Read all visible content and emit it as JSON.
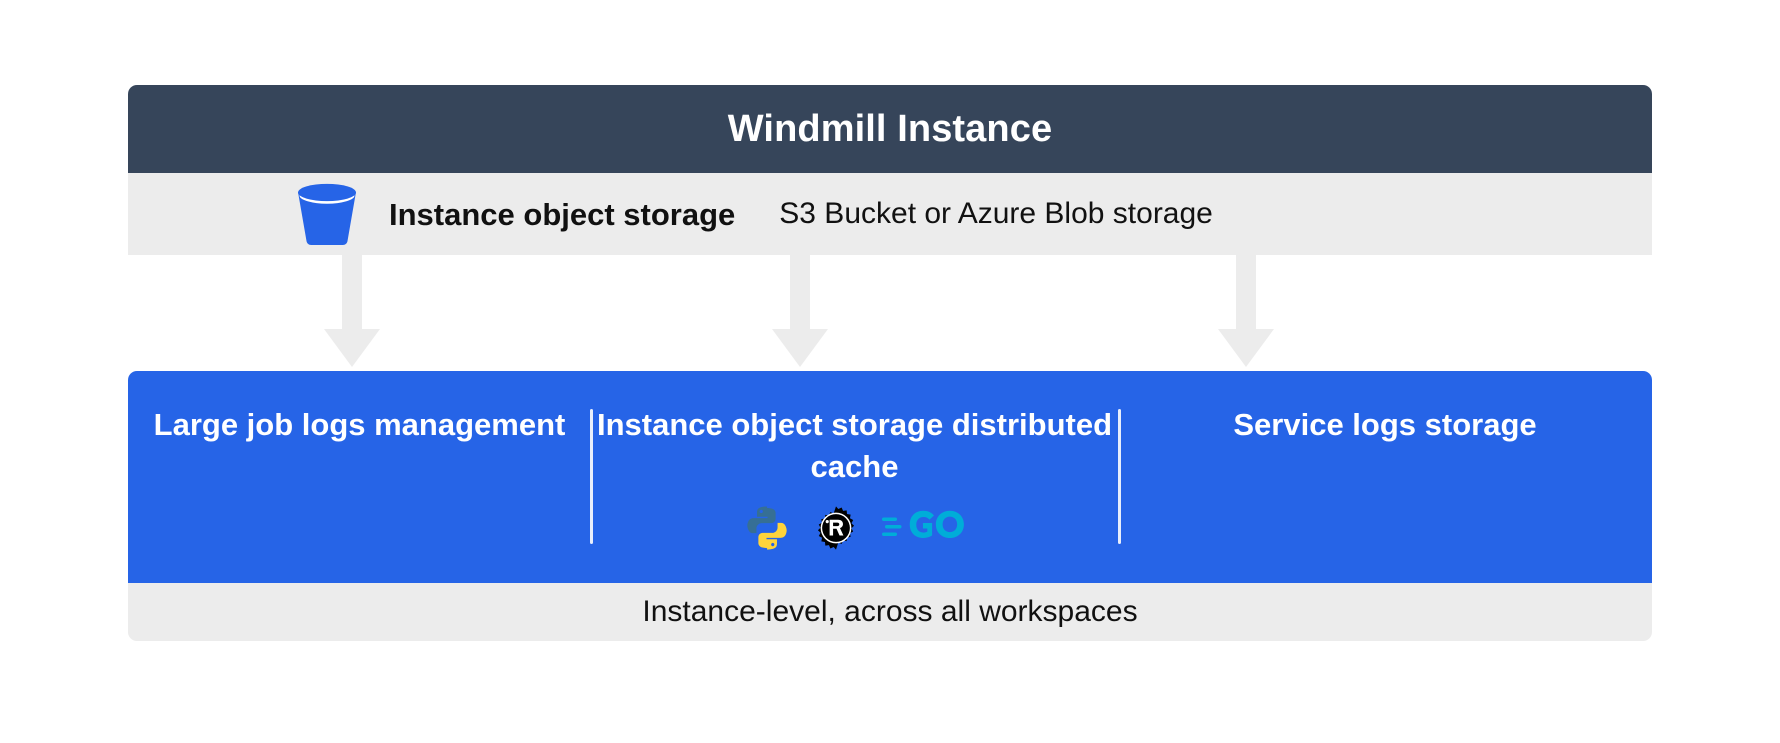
{
  "header": {
    "title": "Windmill Instance"
  },
  "subheader": {
    "icon": "bucket-icon",
    "label": "Instance object storage",
    "detail": "S3 Bucket or Azure Blob storage"
  },
  "connectors": [
    {
      "name": "arrow-to-large-job-logs",
      "icon": "arrow-down-icon"
    },
    {
      "name": "arrow-to-distributed-cache",
      "icon": "arrow-down-icon"
    },
    {
      "name": "arrow-to-service-logs",
      "icon": "arrow-down-icon"
    }
  ],
  "panel": {
    "columns": [
      {
        "title": "Large job logs management",
        "logos": []
      },
      {
        "title": "Instance object storage distributed cache",
        "logos": [
          {
            "name": "python-logo",
            "label": "Python"
          },
          {
            "name": "rust-logo",
            "label": "Rust"
          },
          {
            "name": "go-logo",
            "label": "Go"
          }
        ]
      },
      {
        "title": "Service logs storage",
        "logos": []
      }
    ]
  },
  "footer": {
    "text": "Instance-level, across all workspaces"
  },
  "colors": {
    "header_background": "#36455a",
    "strip_background": "#ececec",
    "panel_background": "#2664e7",
    "bucket_blue": "#2664e7",
    "arrow_fill": "#ececec",
    "divider": "#e8eefc",
    "page_background": "#ffffff",
    "python_blue": "#366f95",
    "python_yellow": "#ffd43b",
    "rust_black": "#000000",
    "go_cyan": "#00add8"
  }
}
